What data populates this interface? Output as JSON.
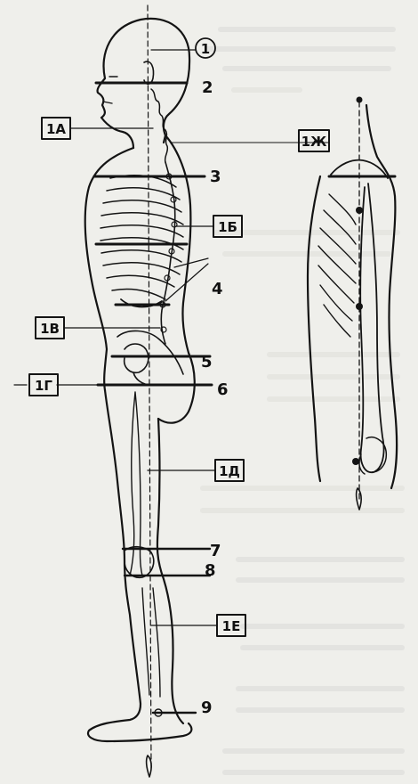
{
  "labels": {
    "circled_1": "1",
    "n2": "2",
    "n3": "3",
    "n4": "4",
    "n5": "5",
    "n6": "6",
    "n7": "7",
    "n8": "8",
    "n9": "9",
    "box_1A": "1А",
    "box_1B": "1Б",
    "box_1V": "1В",
    "box_1G": "1Г",
    "box_1D": "1Д",
    "box_1E": "1Е",
    "box_1ZH": "1Ж"
  },
  "colors": {
    "ink": "#141414",
    "paper": "#efefeb",
    "bleed_text": "#cfcfca"
  }
}
